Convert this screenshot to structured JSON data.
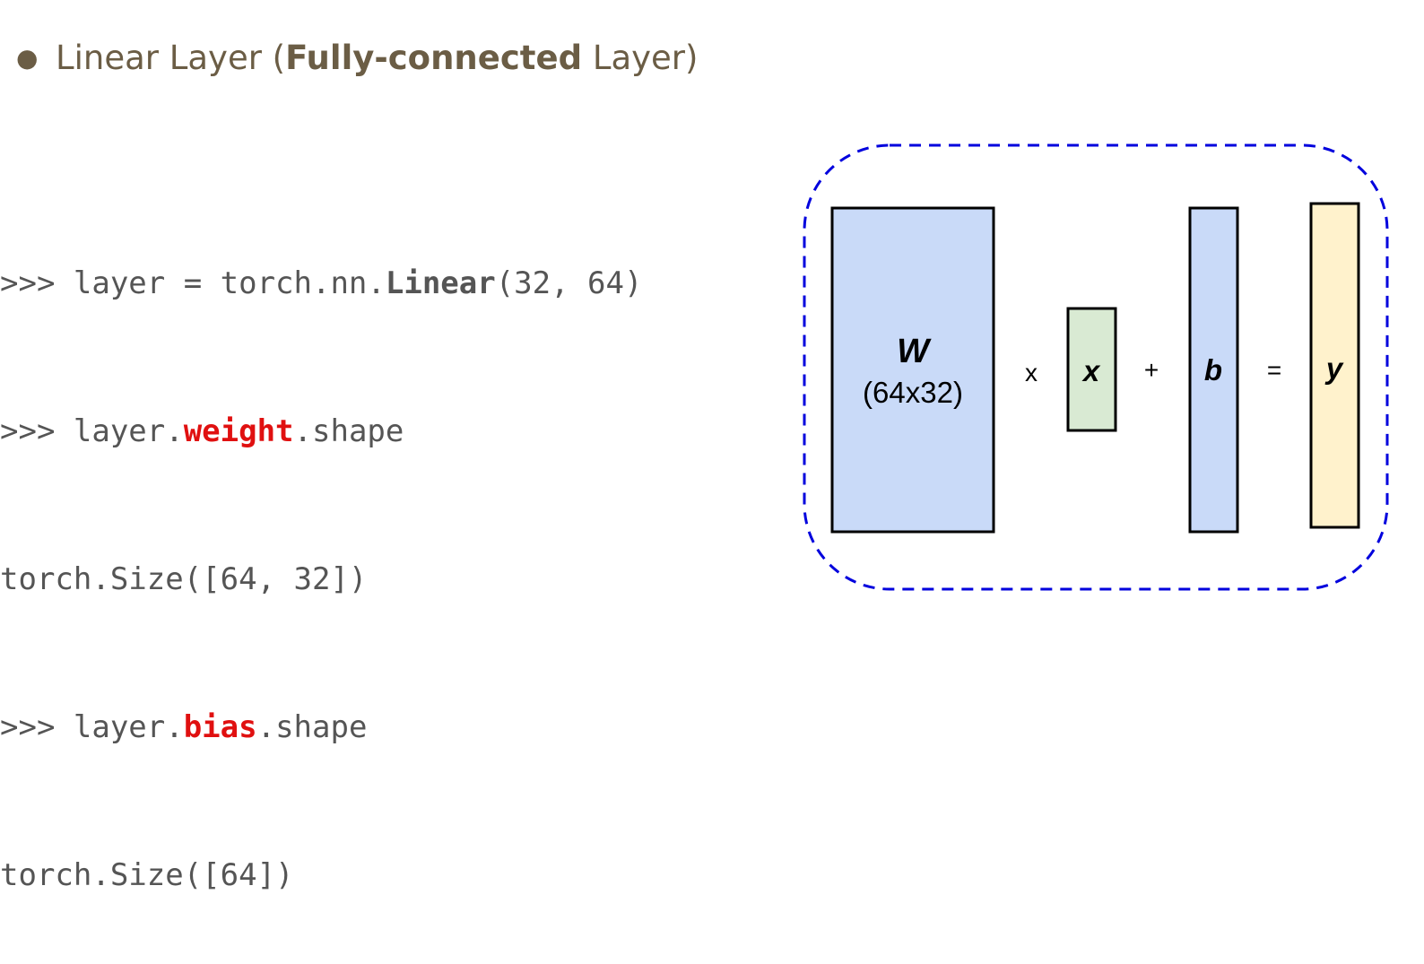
{
  "heading": {
    "bullet": "●",
    "text_before": "Linear Layer (",
    "text_bold": "Fully-connected",
    "text_after": " Layer)"
  },
  "code": {
    "line1": {
      "prefix": ">>> layer = torch.nn.",
      "keyword": "Linear",
      "suffix": "(32, 64)"
    },
    "line2": {
      "prefix": ">>> layer.",
      "keyword": "weight",
      "suffix": ".shape"
    },
    "line3": {
      "text": "torch.Size([64, 32])"
    },
    "line4": {
      "prefix": ">>> layer.",
      "keyword": "bias",
      "suffix": ".shape"
    },
    "line5": {
      "text": "torch.Size([64])"
    }
  },
  "diagram": {
    "w_label": "W",
    "w_dims": "(64x32)",
    "x_label": "x",
    "b_label": "b",
    "y_label": "y",
    "op_multiply": "x",
    "op_plus": "+",
    "op_equals": "=",
    "colors": {
      "border": "#0000dd",
      "weight_fill": "#c9daf8",
      "input_fill": "#d9ead3",
      "bias_fill": "#c9daf8",
      "output_fill": "#fff2cc"
    }
  }
}
